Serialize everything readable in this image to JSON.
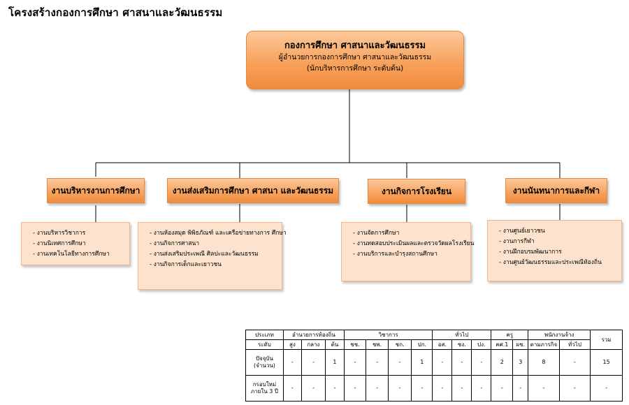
{
  "title": "โครงสร้างกองการศึกษา ศาสนาและวัฒนธรรม",
  "top": {
    "name": "กองการศึกษา ศาสนาและวัฒนธรรม",
    "line2": "ผู้อำนวยการกองการศึกษา ศาสนาและวัฒนธรรม",
    "line3": "(นักบริหารการศึกษา ระดับต้น)"
  },
  "departments": [
    {
      "name": "งานบริหารงานการศึกษา",
      "tasks": [
        "งานบริหารวิชาการ",
        "งานนิเทศการศึกษา",
        "งานเทคโนโลยีทางการศึกษา"
      ]
    },
    {
      "name": "งานส่งเสริมการศึกษา ศาสนา และวัฒนธรรม",
      "tasks": [
        "งานห้องสมุด พิพิธภัณฑ์ และเครือข่ายทางการ ศึกษา",
        "งานกิจการศาสนา",
        "งานส่งเสริมประเพณี ศิลปะและวัฒนธรรม",
        "งานกิจการเด็กและเยาวชน"
      ]
    },
    {
      "name": "งานกิจการโรงเรียน",
      "tasks": [
        "งานจัดการศึกษา",
        "งานทดสอบประเมินผลและตรวจวัดผลโรงเรียน",
        "งานบริการและบำรุงสถานศึกษา"
      ]
    },
    {
      "name": "งานนันทนาการและกีฬา",
      "tasks": [
        "งานศูนย์เยาวชน",
        "งานการกีฬา",
        "งานฝึกอบรมพัฒนาการ",
        "งานศูนย์วัฒนธรรมและประเพณีท้องถิ่น"
      ]
    }
  ],
  "table": {
    "row1": {
      "c0": "ประเภท",
      "g1": "อำนวยการท้องถิ่น",
      "g2": "วิชาการ",
      "g3": "ทั่วไป",
      "g4": "ครู",
      "g5": "พนักงานจ้าง",
      "total": "รวม"
    },
    "row2": [
      "ระดับ",
      "สูง",
      "กลาง",
      "ต้น",
      "ชช.",
      "ชพ.",
      "ชก.",
      "ปก.",
      "อส.",
      "ชง.",
      "ปง.",
      "คศ.1",
      "ผช.",
      "ตามภารกิจ",
      "ทั่วไป"
    ],
    "row3": {
      "label1": "ปัจจุบัน",
      "label2": "(จำนวน)",
      "values": [
        "-",
        "-",
        "1",
        "-",
        "-",
        "-",
        "1",
        "-",
        "-",
        "-",
        "2",
        "3",
        "8",
        "-",
        "15"
      ]
    },
    "row4": {
      "label1": "กรอบใหม่",
      "label2": "ภายใน 3 ปี",
      "values": [
        "-",
        "-",
        "-",
        "-",
        "-",
        "-",
        "-",
        "-",
        "-",
        "-",
        "-",
        "-",
        "-",
        "-",
        "-"
      ]
    }
  }
}
